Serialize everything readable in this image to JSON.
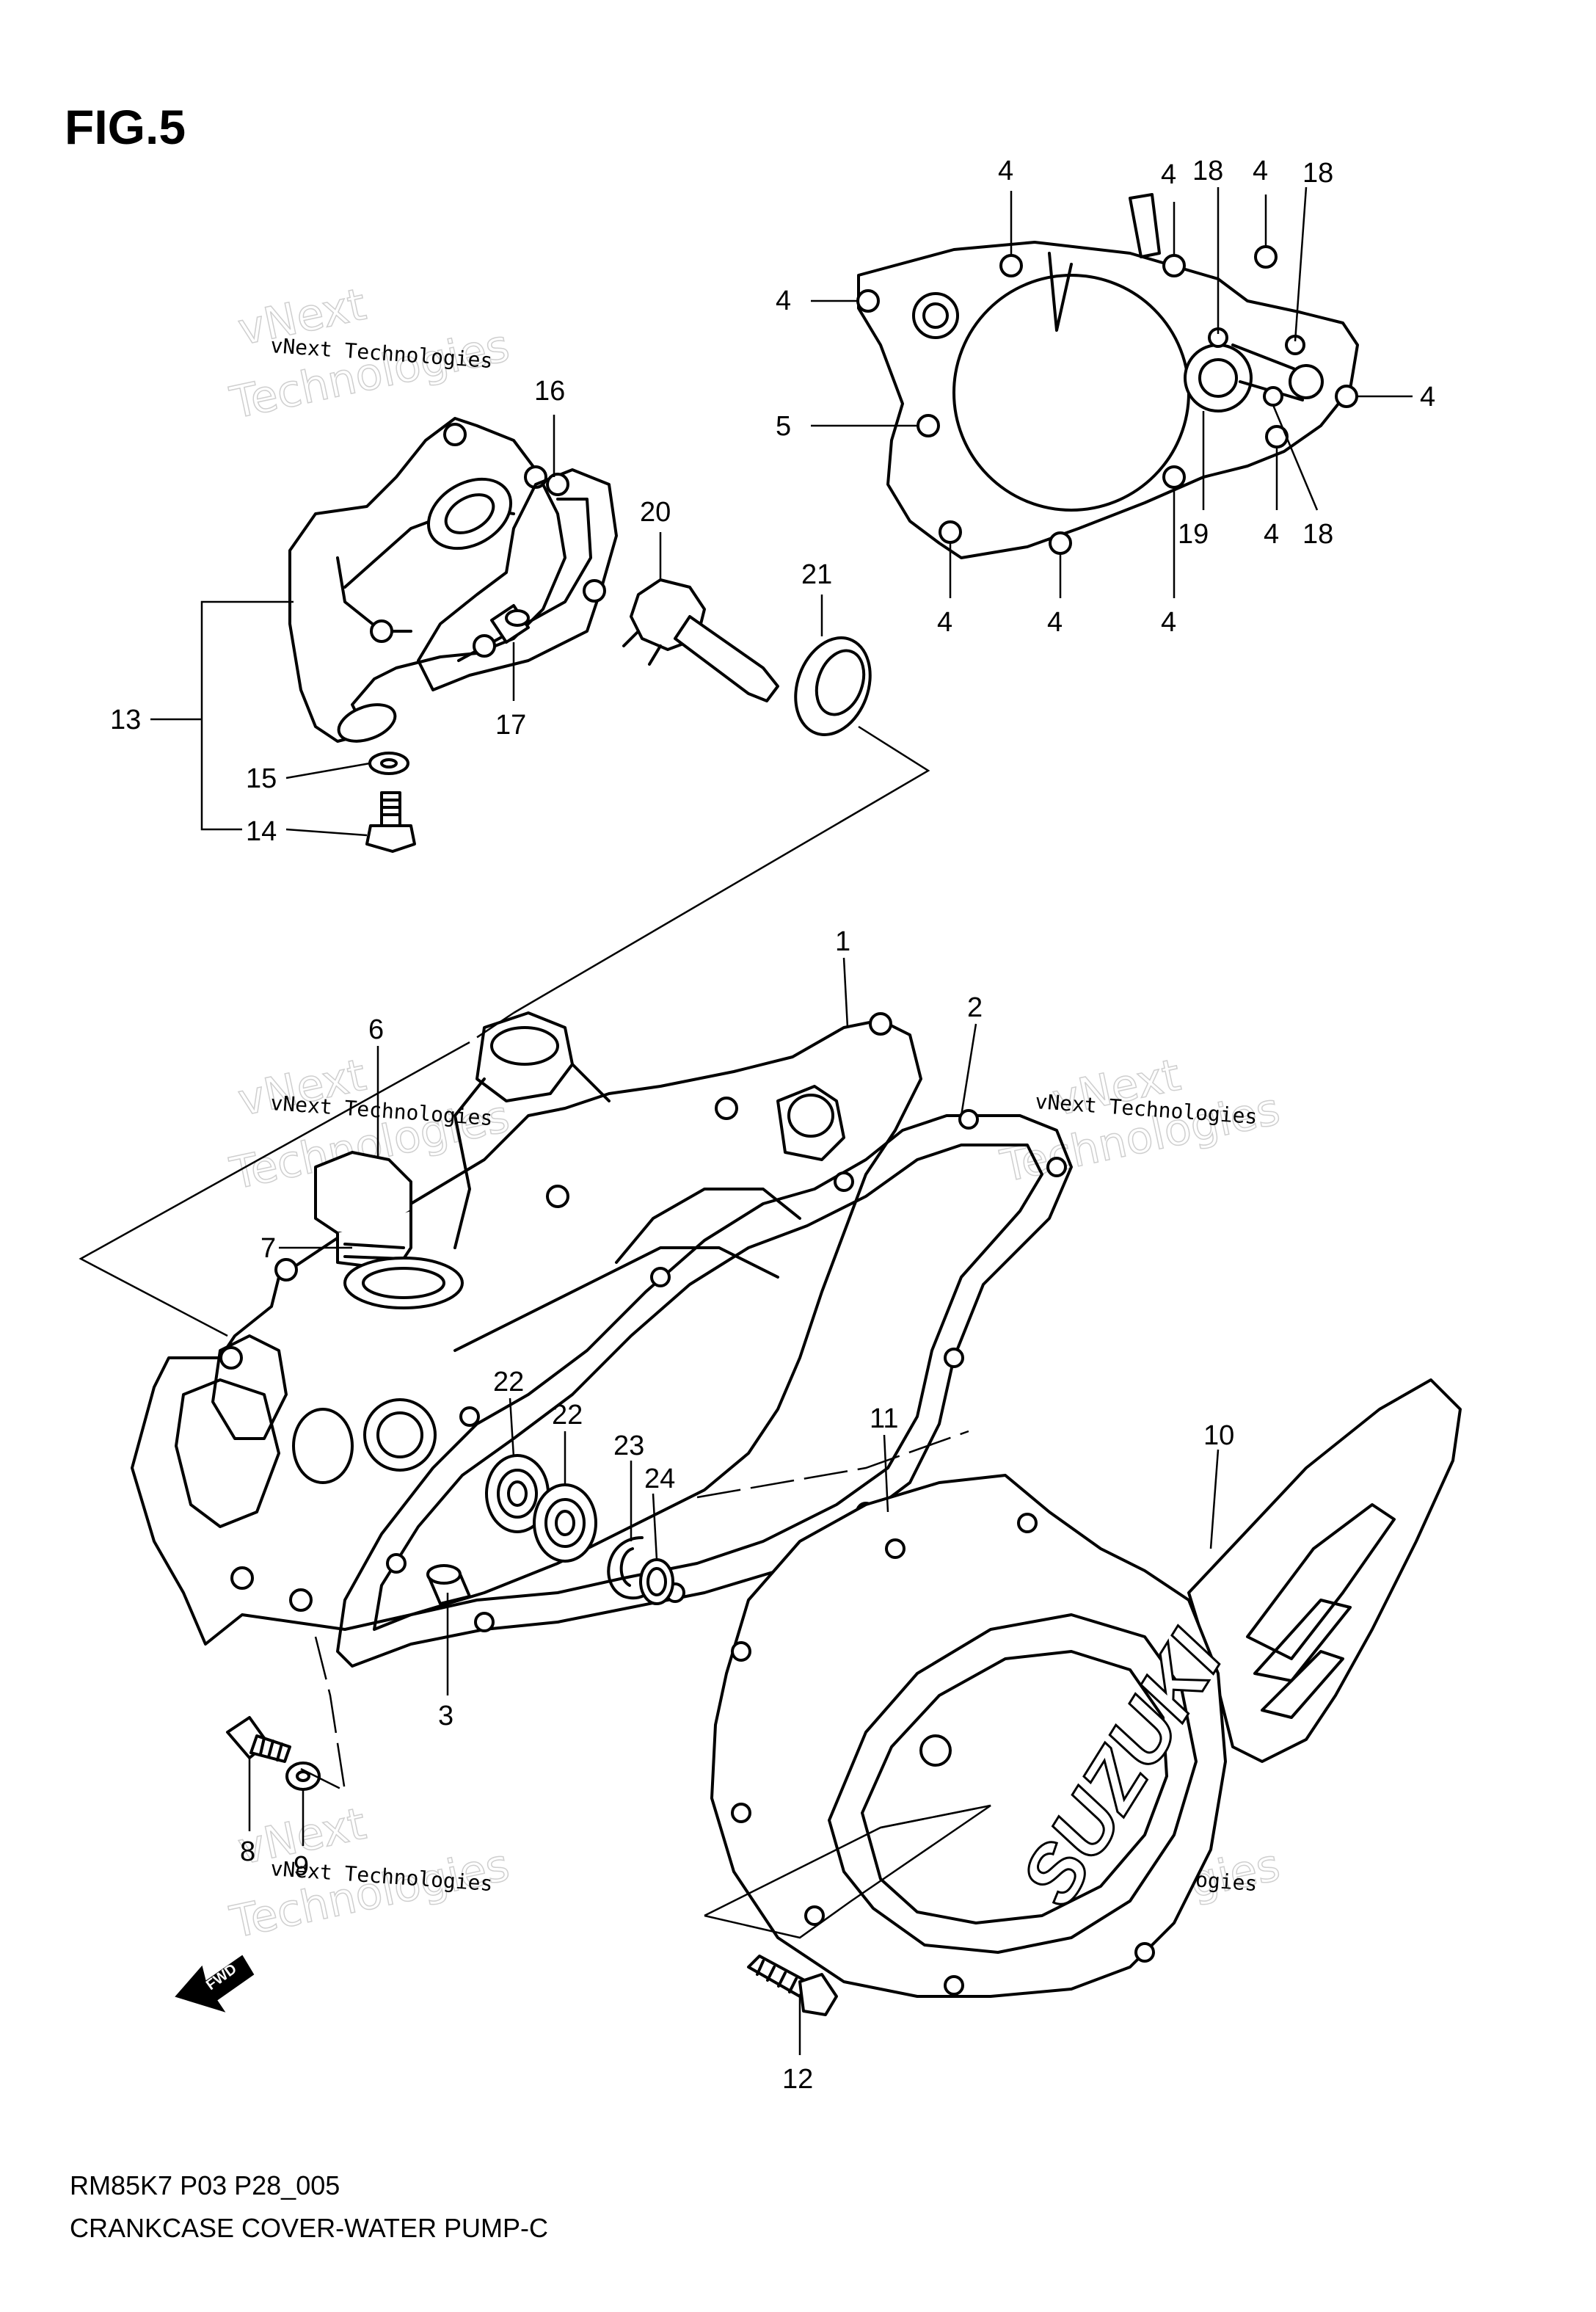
{
  "figure": {
    "title": "FIG.5"
  },
  "footer": {
    "model_code": "RM85K7 P03 P28_005",
    "caption": "CRANKCASE COVER-WATER PUMP-C"
  },
  "emblem": {
    "brand": "SUZUKI",
    "direction": "FWD"
  },
  "watermark": {
    "company": "vNext Technologies",
    "line1": "vNext",
    "line2": "Technologies"
  },
  "callouts": {
    "c1": "1",
    "c2": "2",
    "c3": "3",
    "c4": "4",
    "c5": "5",
    "c6": "6",
    "c7": "7",
    "c8": "8",
    "c9": "9",
    "c10": "10",
    "c11": "11",
    "c12": "12",
    "c13": "13",
    "c14": "14",
    "c15": "15",
    "c16": "16",
    "c17": "17",
    "c18": "18",
    "c19": "19",
    "c20": "20",
    "c21": "21",
    "c22": "22",
    "c23": "23",
    "c24": "24"
  }
}
